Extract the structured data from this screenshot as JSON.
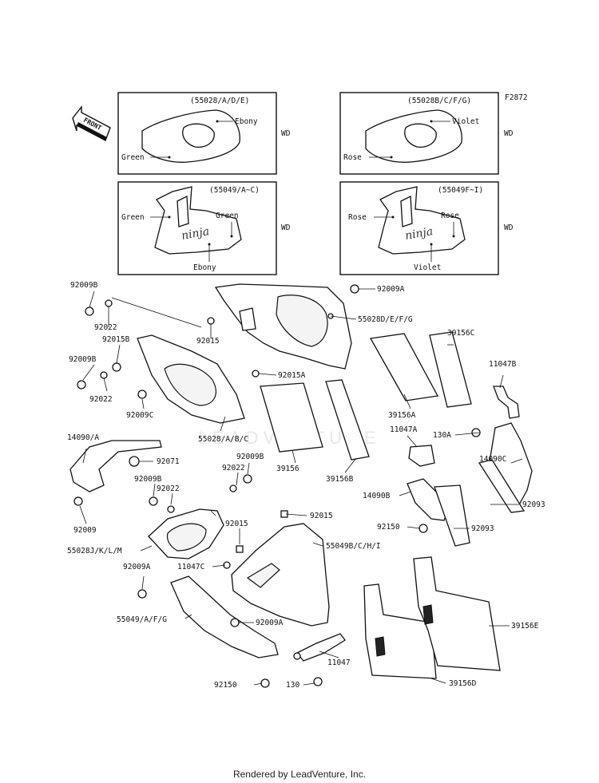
{
  "figure_code": "F2872",
  "front_label": "FRONT",
  "watermark": "LEADVENTURE",
  "footer": "Rendered by LeadVenture, Inc.",
  "boxes": [
    {
      "code": "(55028/A/D/E)",
      "colors": [
        "Ebony",
        "Green"
      ],
      "wd": "WD"
    },
    {
      "code": "(55028B/C/F/G)",
      "colors": [
        "Violet",
        "Rose"
      ],
      "wd": "WD"
    },
    {
      "code": "(55049/A~C)",
      "colors": [
        "Green",
        "Green",
        "Ebony"
      ],
      "wd": "WD"
    },
    {
      "code": "(55049F~I)",
      "colors": [
        "Rose",
        "Rose",
        "Violet"
      ],
      "wd": "WD"
    }
  ],
  "parts": {
    "p92009B_1": "92009B",
    "p92022_1": "92022",
    "p92015B": "92015B",
    "p92009B_2": "92009B",
    "p92022_2": "92022",
    "p92009C": "92009C",
    "p92015_1": "92015",
    "p92009A_1": "92009A",
    "p55028DEFG": "55028D/E/F/G",
    "p92015A": "92015A",
    "p55028ABC": "55028/A/B/C",
    "p39156C": "39156C",
    "p39156A": "39156A",
    "p39156": "39156",
    "p39156B": "39156B",
    "p11047B": "11047B",
    "p11047A": "11047A",
    "p130A": "130A",
    "p14090C": "14090C",
    "p14090A": "14090/A",
    "p92071": "92071",
    "p92022_3": "92022",
    "p92009B_3": "92009B",
    "p92009B_4": "92009B",
    "p92022_4": "92022",
    "p92009": "92009",
    "p92015_2": "92015",
    "p92015_3": "92015",
    "p55028JKLM": "55028J/K/L/M",
    "p55049BCHI": "55049B/C/H/I",
    "p14090B": "14090B",
    "p92093_1": "92093",
    "p92150_1": "92150",
    "p92093_2": "92093",
    "p92009A_2": "92009A",
    "p11047C": "11047C",
    "p55049AFG": "55049/A/F/G",
    "p92009A_3": "92009A",
    "p11047": "11047",
    "p39156E": "39156E",
    "p92150_2": "92150",
    "p130": "130",
    "p39156D": "39156D"
  }
}
